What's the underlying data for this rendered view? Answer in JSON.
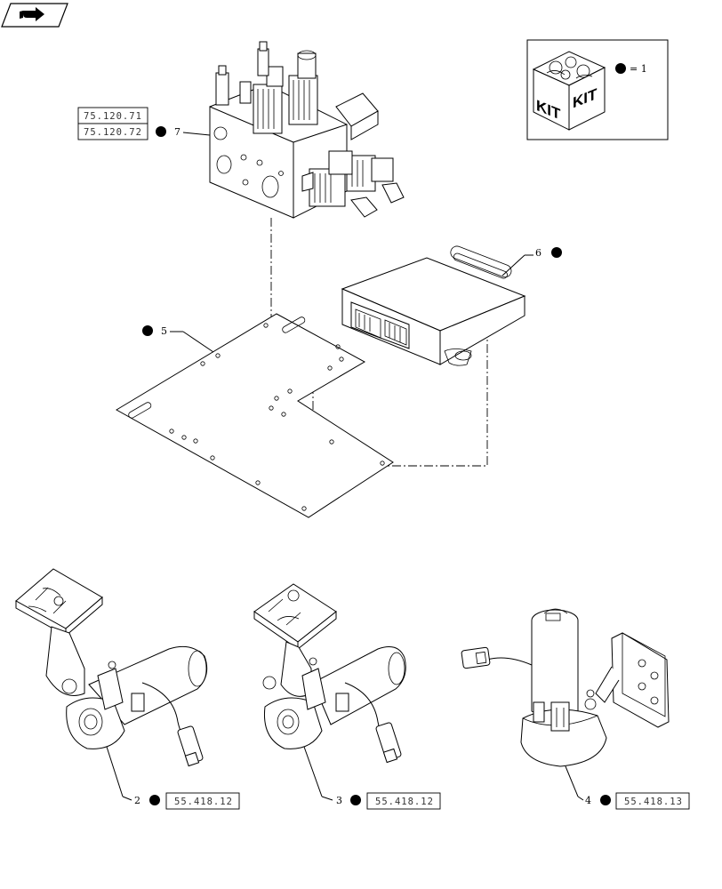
{
  "nav_icon": "arrow-right-icon",
  "kit": {
    "box_text_1": "KIT",
    "box_text_2": "KIT",
    "legend": "= 1"
  },
  "callouts": [
    {
      "item": "7",
      "refs": [
        "75.120.71",
        "75.120.72"
      ]
    },
    {
      "item": "6",
      "refs": []
    },
    {
      "item": "5",
      "refs": []
    },
    {
      "item": "2",
      "refs": [
        "55.418.12"
      ]
    },
    {
      "item": "3",
      "refs": [
        "55.418.12"
      ]
    },
    {
      "item": "4",
      "refs": [
        "55.418.13"
      ]
    }
  ]
}
